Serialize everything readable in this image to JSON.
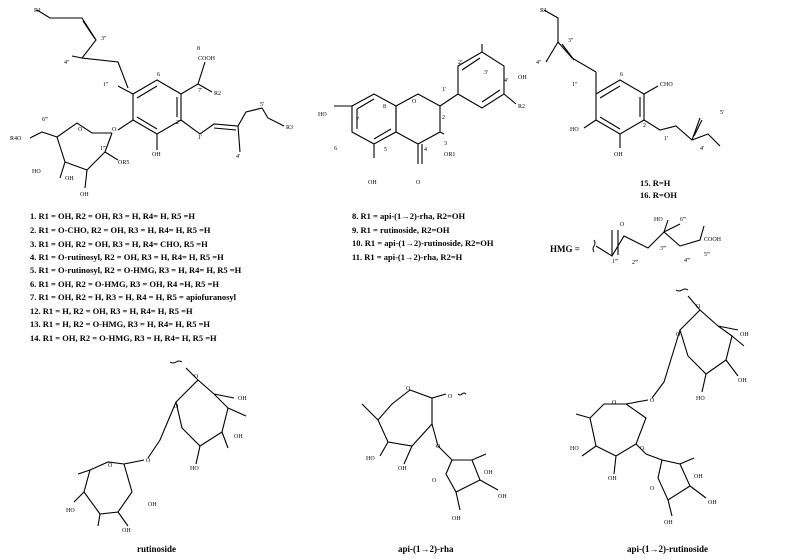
{
  "structure_a": {
    "atom_labels": [
      "R1",
      "3''",
      "4''",
      "1''",
      "8",
      "COOH",
      "7'",
      "R2",
      "6",
      "2",
      "1'",
      "5'",
      "R3",
      "4'",
      "OH",
      "O",
      "6'''",
      "R4O",
      "O",
      "1'''",
      "OR5",
      "HO",
      "OH",
      "OH"
    ],
    "compounds": [
      "1. R1 = OH, R2 = OH, R3 = H, R4= H, R5 =H",
      "2. R1 = O-CHO, R2 = OH, R3 = H, R4= H, R5 =H",
      "3. R1 = OH, R2 = OH, R3 = H, R4= CHO, R5 =H",
      "4. R1 = O-rutinosyl, R2 = OH, R3 = H, R4= H, R5 =H",
      "5. R1 = O-rutinosyl, R2 = O-HMG, R3 = H, R4= H, R5 =H",
      "6. R1 = OH, R2 = O-HMG, R3 = OH, R4 =H, R5 =H",
      "7. R1 = OH, R2 = H, R3 = H, R4 = H, R5 = apiofuranosyl",
      "12. R1 = H, R2 = OH, R3 = H, R4= H, R5 =H",
      "13. R1 = H, R2 = O-HMG, R3 = H, R4= H, R5 =H",
      "14. R1 = OH, R2 = O-HMG, R3 = H, R4= H, R5 =H"
    ]
  },
  "structure_b": {
    "atom_labels": [
      "2'",
      "3'",
      "4'",
      "OH",
      "1'",
      "R2",
      "HO",
      "8",
      "O",
      "2",
      "7",
      "3",
      "6",
      "5",
      "4",
      "OR1",
      "OH",
      "O"
    ],
    "compounds": [
      "8. R1 = api-(1→2)-rha, R2=OH",
      "9. R1 = rutinoside, R2=OH",
      "10. R1 = api-(1→2)-rutinoside, R2=OH",
      "11. R1 = api-(1→2)-rha, R2=H"
    ]
  },
  "structure_c": {
    "atom_labels": [
      "R1",
      "3''",
      "4''",
      "1''",
      "6",
      "CHO",
      "2",
      "1'",
      "5'",
      "4'",
      "HO",
      "OH"
    ],
    "compounds": [
      "15. R=H",
      "16. R=OH"
    ]
  },
  "hmg": {
    "label": "HMG =",
    "atom_labels": [
      "O",
      "HO",
      "6'''",
      "1'''",
      "2'''",
      "3'''",
      "4'''",
      "COOH",
      "5'''"
    ]
  },
  "sugars": {
    "rutinoside": {
      "caption": "rutinoside",
      "atom_labels": [
        "O",
        "O",
        "OH",
        "OH",
        "HO",
        "O",
        "O",
        "OH",
        "OH",
        "HO"
      ]
    },
    "api_rha": {
      "caption": "api-(1→2)-rha",
      "atom_labels": [
        "O",
        "O",
        "OH",
        "HO",
        "O",
        "O",
        "OH",
        "OH",
        "OH"
      ]
    },
    "api_rutinoside": {
      "caption": "api-(1→2)-rutinoside",
      "atom_labels": [
        "O",
        "O",
        "OH",
        "OH",
        "HO",
        "O",
        "O",
        "OH",
        "HO",
        "O",
        "O",
        "OH",
        "OH",
        "OH"
      ]
    }
  }
}
